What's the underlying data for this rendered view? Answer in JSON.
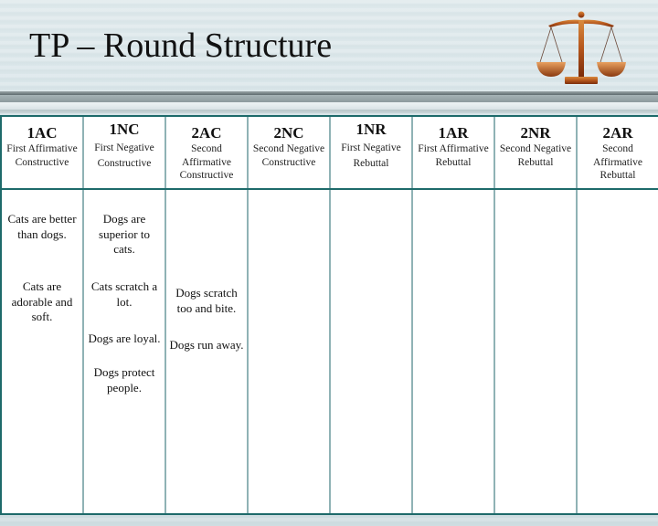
{
  "slide": {
    "title": "TP – Round Structure",
    "logo_icon": "scales-of-justice-icon"
  },
  "colors": {
    "table_border": "#1e6a6a",
    "column_divider": "#8fb2b5",
    "scales": "#b5561c"
  },
  "table": {
    "columns": [
      {
        "code": "1AC",
        "name": "First Affirmative Constructive"
      },
      {
        "code": "1NC",
        "name": "First Negative Constructive"
      },
      {
        "code": "2AC",
        "name": "Second Affirmative Constructive"
      },
      {
        "code": "2NC",
        "name": "Second Negative Constructive"
      },
      {
        "code": "1NR",
        "name": "First Negative Rebuttal"
      },
      {
        "code": "1AR",
        "name": "First Affirmative Rebuttal"
      },
      {
        "code": "2NR",
        "name": "Second Negative Rebuttal"
      },
      {
        "code": "2AR",
        "name": "Second Affirmative Rebuttal"
      }
    ],
    "notes": {
      "1AC": [
        "Cats are better than dogs.",
        "Cats are adorable and soft."
      ],
      "1NC": [
        "Dogs are superior to cats.",
        "Cats scratch a lot.",
        "Dogs are loyal.",
        "Dogs protect people."
      ],
      "2AC": [
        "Dogs scratch too and bite.",
        "Dogs run away."
      ],
      "2NC": [],
      "1NR": [],
      "1AR": [],
      "2NR": [],
      "2AR": []
    }
  }
}
